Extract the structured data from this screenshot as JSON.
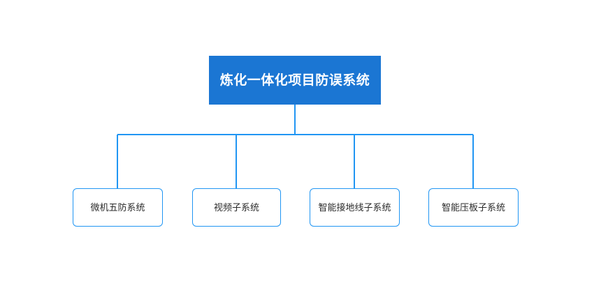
{
  "diagram": {
    "type": "org-tree",
    "background_color": "#ffffff",
    "root": {
      "label": "炼化一体化项目防误系统",
      "fill_color": "#1b76d3",
      "text_color": "#ffffff"
    },
    "connector": {
      "color": "#2196f3",
      "style": "orthogonal-elbow",
      "stroke_width": 2
    },
    "children": [
      {
        "label": "微机五防系统",
        "fill_color": "#ffffff",
        "border_color": "#2196f3",
        "text_color": "#2b2b2b"
      },
      {
        "label": "视频子系统",
        "fill_color": "#ffffff",
        "border_color": "#2196f3",
        "text_color": "#2b2b2b"
      },
      {
        "label": "智能接地线子系统",
        "fill_color": "#ffffff",
        "border_color": "#2196f3",
        "text_color": "#2b2b2b"
      },
      {
        "label": "智能压板子系统",
        "fill_color": "#ffffff",
        "border_color": "#2196f3",
        "text_color": "#2b2b2b"
      }
    ]
  }
}
